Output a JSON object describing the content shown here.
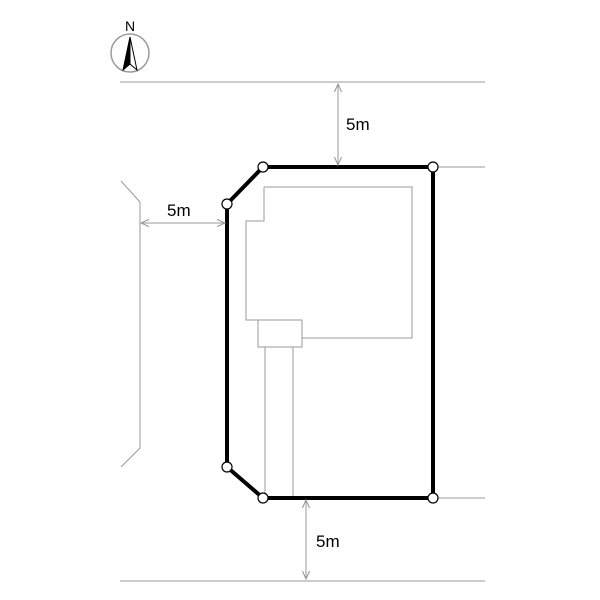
{
  "compass": {
    "letter": "N",
    "icon": "north-arrow-icon"
  },
  "dimensions": {
    "north_setback": "5m",
    "west_setback": "5m",
    "south_setback": "5m"
  },
  "colors": {
    "boundary": "#000000",
    "thin_lines": "#9a9a9a",
    "background": "#ffffff"
  }
}
